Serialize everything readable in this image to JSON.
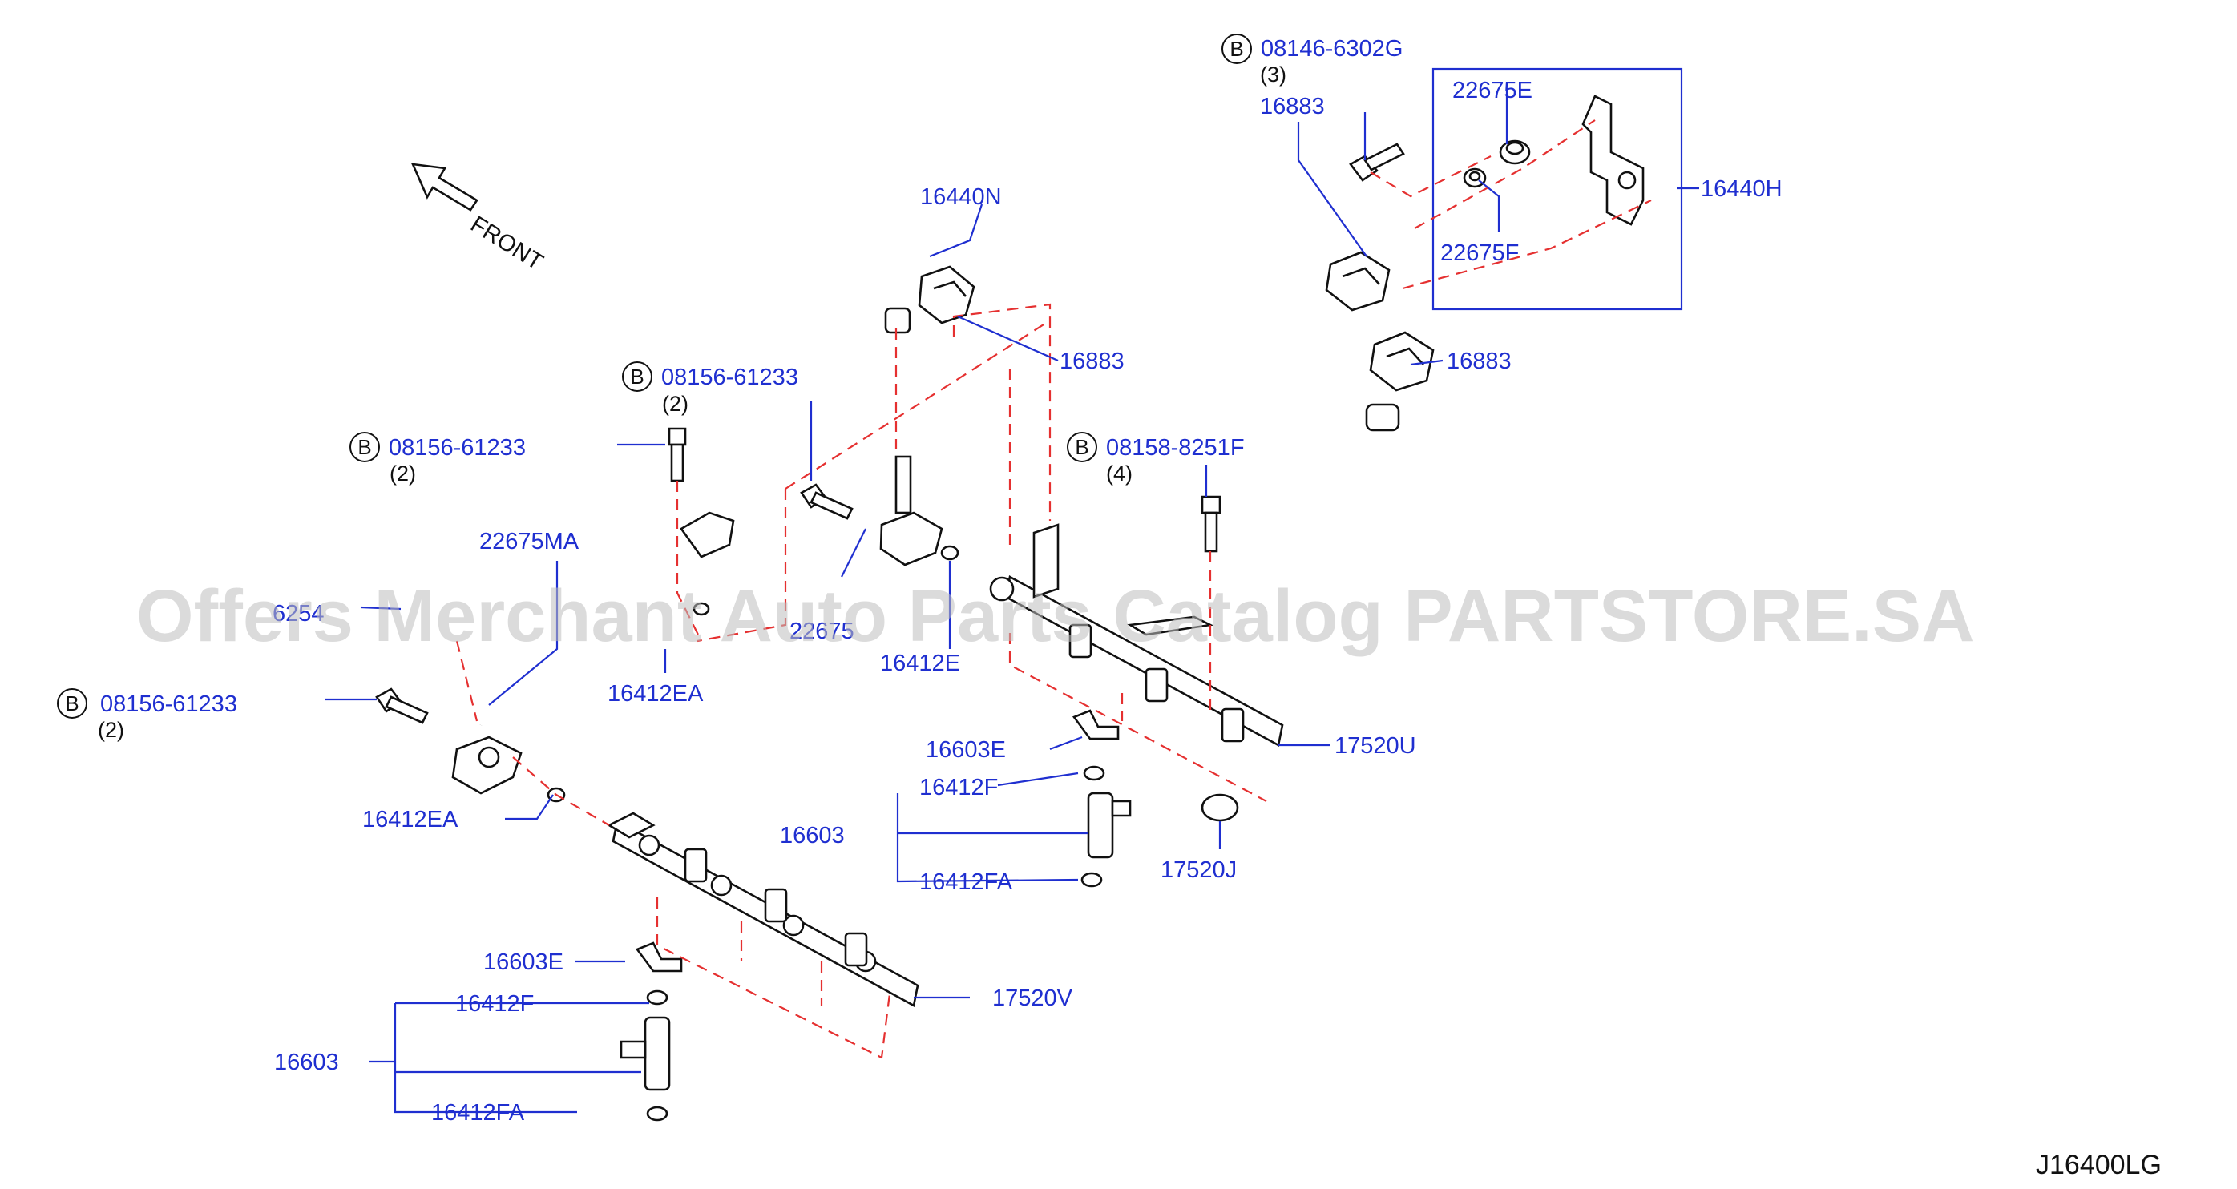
{
  "diagram": {
    "code": "J16400LG",
    "watermark": "Offers Merchant Auto Parts Catalog PARTSTORE.SA",
    "front_label": "FRONT",
    "bolt_prefix": "B",
    "labels": {
      "p16440N": "16440N",
      "p16440H": "16440H",
      "p22675E": "22675E",
      "p22675F": "22675F",
      "p16883_top": "16883",
      "p16883_mid": "16883",
      "p16883_right": "16883",
      "b08146": "08146-6302G",
      "b08146_qty": "(3)",
      "b08156_a": "08156-61233",
      "b08156_a_qty": "(2)",
      "b08156_b": "08156-61233",
      "b08156_b_qty": "(2)",
      "b08156_c": "08156-61233",
      "b08156_c_qty": "(2)",
      "b08158": "08158-8251F",
      "b08158_qty": "(4)",
      "p22675MA": "22675MA",
      "p22675_partial": "22675",
      "p16412EA_a": "16412EA",
      "p16412EA_b": "16412EA",
      "p16412E": "16412E",
      "p16603E_a": "16603E",
      "p16603E_b": "16603E",
      "p16412F_a": "16412F",
      "p16412F_b": "16412F",
      "p16603_a": "16603",
      "p16603_b": "16603",
      "p16412FA_a": "16412FA",
      "p16412FA_b": "16412FA",
      "p17520U": "17520U",
      "p17520J": "17520J",
      "p17520V": "17520V",
      "p6254_partial": "6254"
    }
  }
}
